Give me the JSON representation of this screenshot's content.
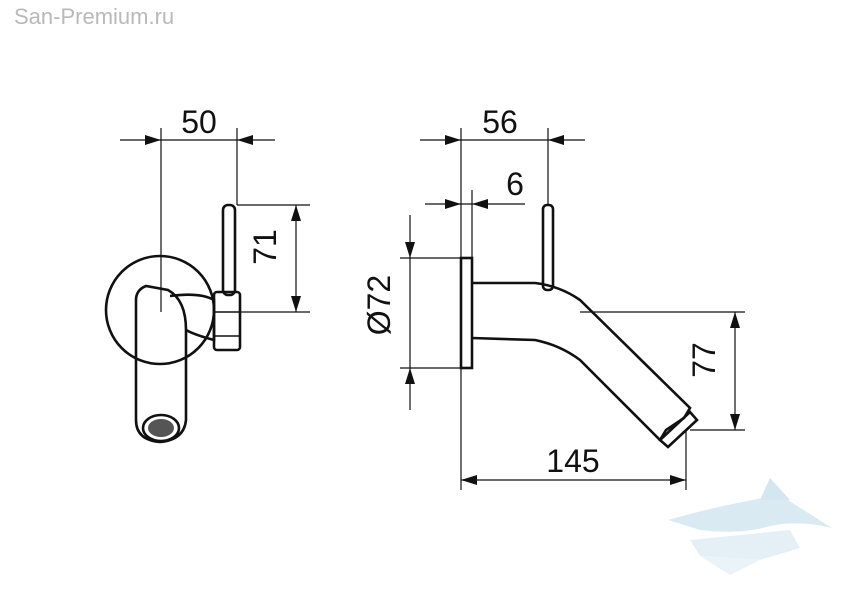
{
  "watermark": {
    "site": "San-Premium.ru"
  },
  "front_view": {
    "width_label": "50",
    "height_label": "71"
  },
  "side_view": {
    "depth_label": "56",
    "offset_label": "6",
    "diameter_label": "Ø72",
    "spout_height_label": "77",
    "length_label": "145"
  },
  "logo": {
    "icon": "bathtub-wave-logo-icon",
    "color": "#cfe3ef"
  }
}
